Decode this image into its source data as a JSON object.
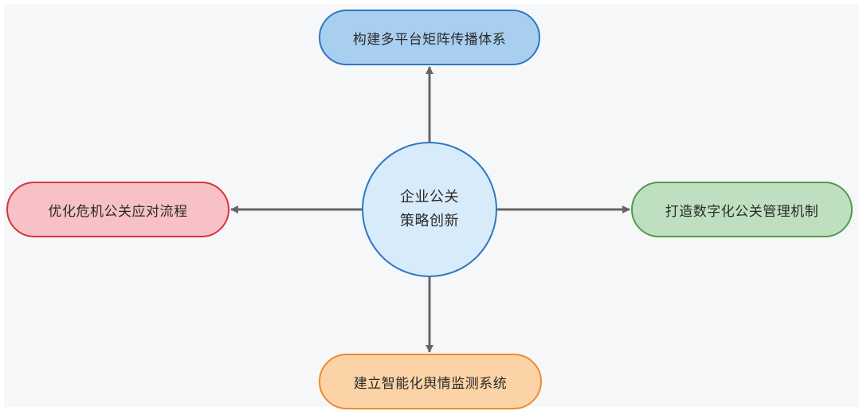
{
  "diagram": {
    "center": {
      "line1": "企业公关",
      "line2": "策略创新"
    },
    "nodes": {
      "top": "构建多平台矩阵传播体系",
      "left": "优化危机公关应对流程",
      "right": "打造数字化公关管理机制",
      "bottom": "建立智能化舆情监测系统"
    },
    "colors": {
      "background": "#f6f7f9",
      "center_fill": "#d8ebfa",
      "center_stroke": "#2f78c2",
      "top_fill": "#a9cff0",
      "top_stroke": "#2f78c2",
      "left_fill": "#f7c1c6",
      "left_stroke": "#d4353f",
      "right_fill": "#bfe0c0",
      "right_stroke": "#4f9b4f",
      "bottom_fill": "#fbd3a6",
      "bottom_stroke": "#ee8a2c",
      "arrow": "#666666"
    }
  }
}
